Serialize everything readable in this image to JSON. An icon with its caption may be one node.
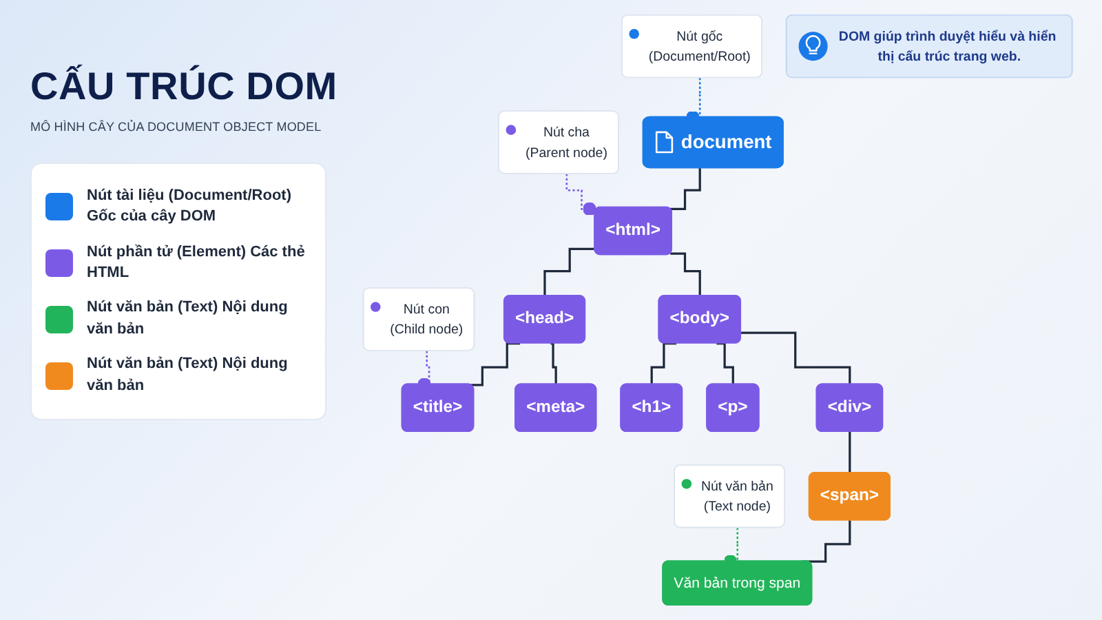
{
  "diagram": {
    "title": "CẤU TRÚC DOM",
    "nodes": [
      {
        "text": [
          "document"
        ]
      },
      {
        "text": [
          "<html>"
        ]
      },
      {
        "text": [
          "<head>"
        ]
      },
      {
        "text": [
          "<body>"
        ]
      },
      {
        "text": [
          "<title>"
        ]
      },
      {
        "text": [
          "<meta>"
        ]
      },
      {
        "text": [
          "<h1>"
        ]
      },
      {
        "text": [
          "<p>"
        ]
      },
      {
        "text": [
          "<div>"
        ]
      },
      {
        "text": [
          "<span>"
        ]
      },
      {
        "text": [
          "Văn bản trong span"
        ]
      },
      {
        "text": [
          "Nút gốc",
          "(Document/Root)"
        ]
      },
      {
        "text": [
          "Nút cha",
          "(Parent node)"
        ]
      },
      {
        "text": [
          "Nút con",
          "(Child node)"
        ]
      },
      {
        "text": [
          "Nút văn bản",
          "(Text node)"
        ]
      },
      {
        "text": [
          "DOM giúp trình duyệt hiểu và hiển thị cấu trúc trang web."
        ]
      }
    ],
    "edges": [
      {
        "from": 0,
        "to": 1,
        "arrow": "none"
      },
      {
        "from": 1,
        "to": 2,
        "arrow": "none"
      },
      {
        "from": 1,
        "to": 3,
        "arrow": "none"
      },
      {
        "from": 2,
        "to": 4,
        "arrow": "none"
      },
      {
        "from": 2,
        "to": 5,
        "arrow": "none"
      },
      {
        "from": 3,
        "to": 6,
        "arrow": "none"
      },
      {
        "from": 3,
        "to": 7,
        "arrow": "none"
      },
      {
        "from": 3,
        "to": 8,
        "arrow": "none"
      },
      {
        "from": 8,
        "to": 9,
        "arrow": "none"
      },
      {
        "from": 9,
        "to": 10,
        "arrow": "none"
      },
      {
        "from": 11,
        "to": 0,
        "arrow": "other",
        "style": "dashed",
        "color": "#1a7ae8"
      },
      {
        "from": 12,
        "to": 1,
        "arrow": "other",
        "style": "dashed",
        "color": "#7b5be6"
      },
      {
        "from": 13,
        "to": 4,
        "arrow": "other",
        "style": "dashed",
        "color": "#7b5be6"
      },
      {
        "from": 14,
        "to": 10,
        "arrow": "other",
        "style": "dashed",
        "color": "#22b45a"
      }
    ],
    "labels": [
      "MÔ HÌNH CÂY CỦA DOCUMENT OBJECT MODEL"
    ],
    "legend": [
      {
        "text": "Nút tài liệu (Document/Root) Gốc của cây DOM",
        "color": "#1a7ae8"
      },
      {
        "text": "Nút phần tử (Element) Các thẻ HTML",
        "color": "#7b5be6"
      },
      {
        "text": "Nút văn bản (Text) Nội dung văn bản",
        "color": "#22b45a"
      },
      {
        "text": "Nút văn bản (Text) Nội dung văn bản",
        "color": "#f08a1f"
      }
    ]
  }
}
